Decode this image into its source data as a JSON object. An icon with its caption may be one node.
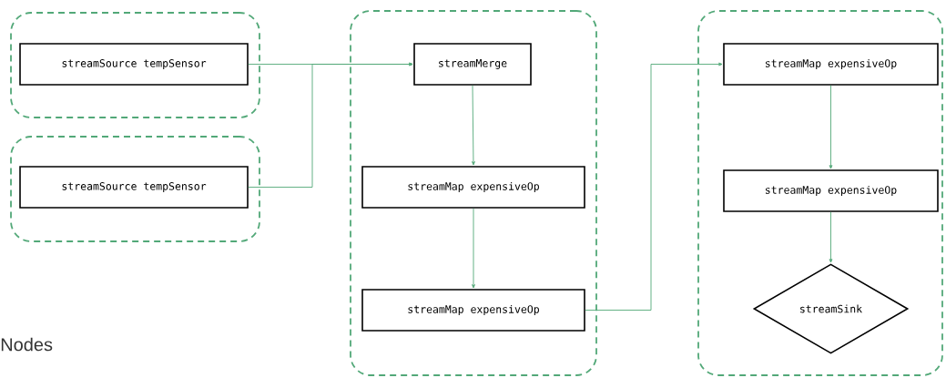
{
  "diagram": {
    "nodes": [
      {
        "text": [],
        "shape": "box"
      },
      {
        "text": [
          "streamSource tempSensor"
        ],
        "in": 0
      },
      {
        "text": [],
        "shape": "box"
      },
      {
        "text": [
          "streamSource tempSensor"
        ],
        "in": 2
      },
      {
        "text": [],
        "shape": "box"
      },
      {
        "text": [
          "streamMerge"
        ],
        "in": 4
      },
      {
        "text": [
          "streamMap expensiveOp"
        ],
        "in": 4
      },
      {
        "text": [
          "streamMap expensiveOp"
        ],
        "in": 4
      },
      {
        "text": [],
        "shape": "box"
      },
      {
        "text": [
          "streamMap expensiveOp"
        ],
        "in": 8
      },
      {
        "text": [
          "streamMap expensiveOp"
        ],
        "in": 8
      },
      {
        "text": [
          "streamSink"
        ],
        "in": 8
      }
    ],
    "edges": [
      {
        "from": 1,
        "to": 5,
        "arrow": "to"
      },
      {
        "from": 3,
        "to": 5,
        "arrow": "to"
      },
      {
        "from": 5,
        "to": 6,
        "arrow": "to"
      },
      {
        "from": 6,
        "to": 7,
        "arrow": "to"
      },
      {
        "from": 7,
        "to": 9,
        "arrow": "to"
      },
      {
        "from": 9,
        "to": 10,
        "arrow": "to"
      },
      {
        "from": 10,
        "to": 11,
        "arrow": "to"
      }
    ],
    "labels": [
      "Nodes"
    ]
  }
}
